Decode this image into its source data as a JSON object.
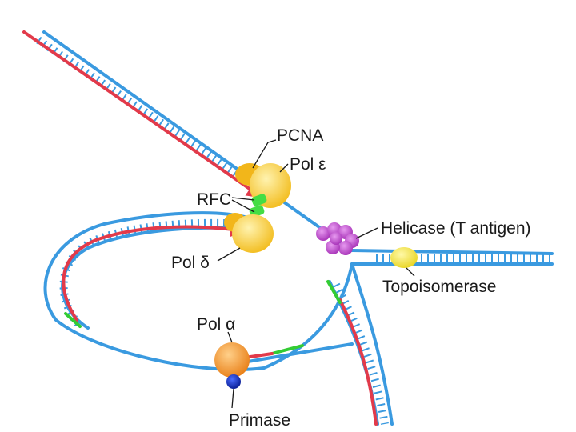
{
  "labels": {
    "pcna": "PCNA",
    "pol_epsilon": "Pol ε",
    "rfc": "RFC",
    "pol_delta": "Pol δ",
    "helicase": "Helicase (T antigen)",
    "topoisomerase": "Topoisomerase",
    "pol_alpha": "Pol α",
    "primase": "Primase"
  },
  "colors": {
    "dna_strand": "#3a9ae0",
    "new_strand": "#e23a4a",
    "primer": "#33cc33",
    "pcna": "#f5c21b",
    "polymerase": "#f7d24a",
    "helicase": "#c24bd1",
    "topoisomerase": "#f2e13a",
    "pol_alpha": "#f08a1e",
    "primase": "#0c2db8"
  }
}
